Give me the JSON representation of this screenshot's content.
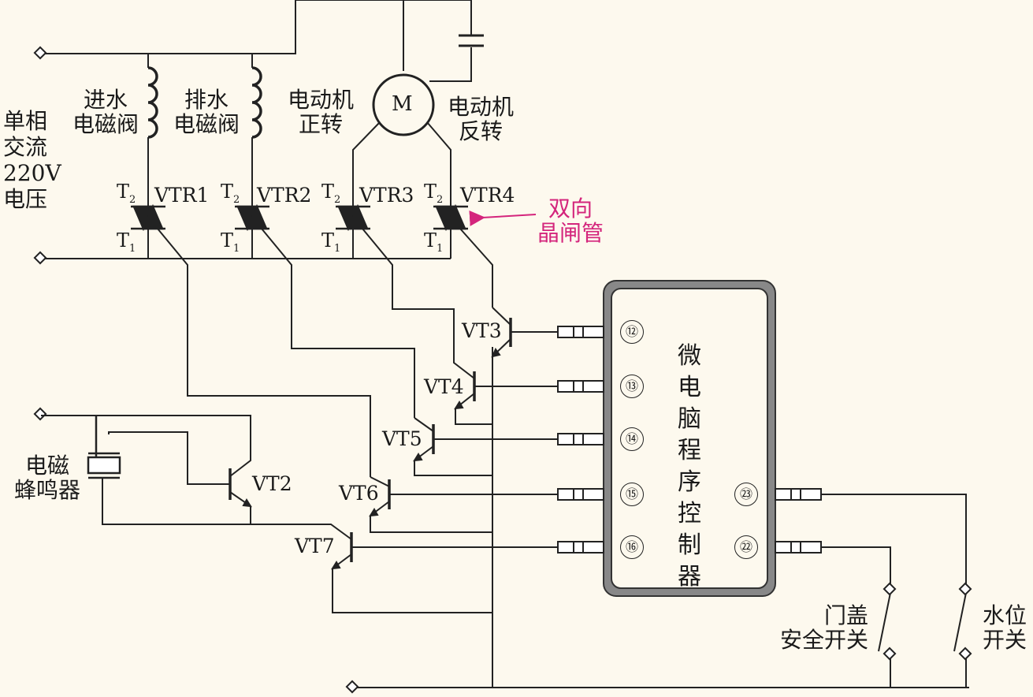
{
  "supply_label": "单相\n交流\n220V\n电压",
  "components": {
    "inlet_valve": "进水\n电磁阀",
    "drain_valve": "排水\n电磁阀",
    "motor_symbol": "M",
    "motor_forward": "电动机\n正转",
    "motor_reverse": "电动机\n反转",
    "buzzer": "电磁\n蜂鸣器",
    "door_switch": "门盖\n安全开关",
    "water_switch": "水位\n开关"
  },
  "triacs": [
    {
      "name": "VTR1",
      "t2": "T",
      "t2_sub": "2",
      "t1": "T",
      "t1_sub": "1"
    },
    {
      "name": "VTR2",
      "t2": "T",
      "t2_sub": "2",
      "t1": "T",
      "t1_sub": "1"
    },
    {
      "name": "VTR3",
      "t2": "T",
      "t2_sub": "2",
      "t1": "T",
      "t1_sub": "1"
    },
    {
      "name": "VTR4",
      "t2": "T",
      "t2_sub": "2",
      "t1": "T",
      "t1_sub": "1"
    }
  ],
  "triac_annotation": "双向\n晶闸管",
  "transistors": [
    "VT2",
    "VT3",
    "VT4",
    "VT5",
    "VT6",
    "VT7"
  ],
  "controller": {
    "label": "微电脑程序控制器",
    "pins_left": [
      "⑫",
      "⑬",
      "⑭",
      "⑮",
      "⑯"
    ],
    "pins_right": [
      "㉓",
      "㉒"
    ]
  },
  "colors": {
    "annotation": "#d4257c",
    "wire": "#222222",
    "controller_border": "#777777"
  }
}
